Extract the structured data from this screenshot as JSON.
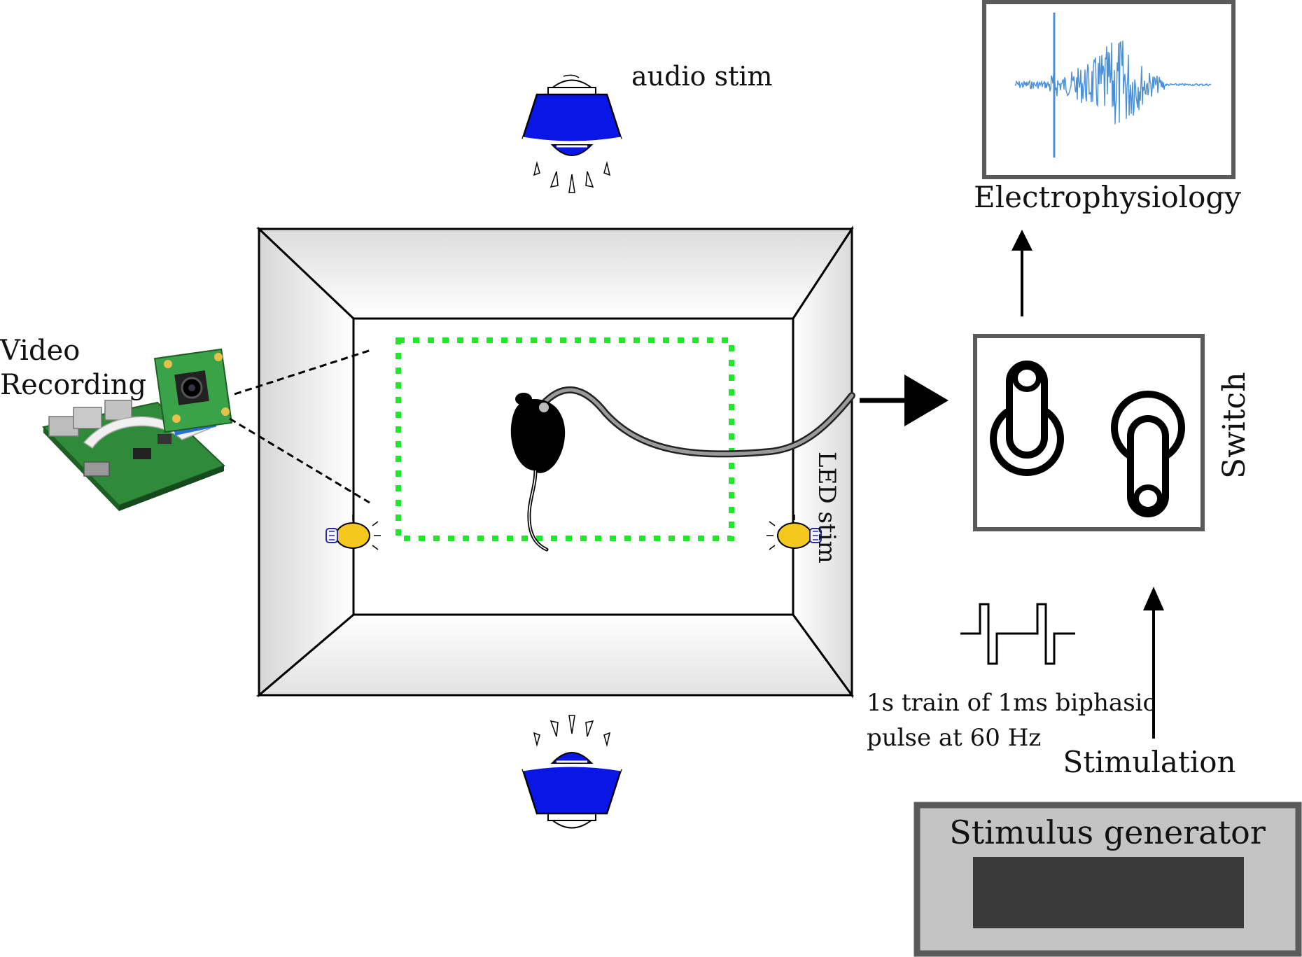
{
  "labels": {
    "audio_stim": "audio stim",
    "electrophysiology": "Electrophysiology",
    "video_line1": "Video",
    "video_line2": "Recording",
    "switch": "Switch",
    "led_stim": "LED stim",
    "pulse_line1": "1s train of 1ms biphasic",
    "pulse_line2": "pulse at 60 Hz",
    "stimulation": "Stimulation",
    "stimulus_generator": "Stimulus generator"
  },
  "colors": {
    "speaker_blue": "#0a16e6",
    "led_yellow": "#f5c81e",
    "tracking_green": "#1fe82a",
    "waveform_blue": "#4a90d9",
    "box_gray": "#5a5a5a",
    "generator_fill": "#c4c4c4",
    "generator_screen": "#3a3a3a"
  },
  "icons": {
    "speaker": "speaker-icon",
    "led": "led-bulb-icon",
    "camera": "raspberry-pi-camera-icon",
    "mouse": "mouse-icon",
    "toggle": "toggle-switch-icon",
    "pulse": "biphasic-pulse-icon"
  }
}
